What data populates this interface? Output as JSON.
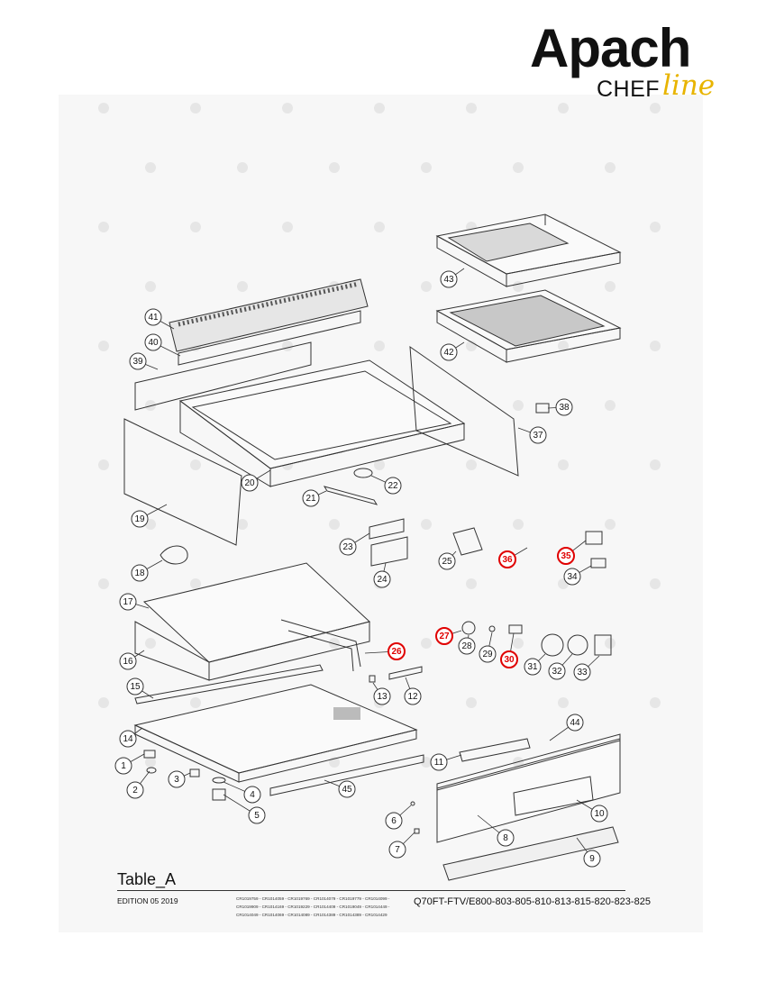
{
  "brand": {
    "name": "Apach",
    "sub": "CHEF",
    "script": "line"
  },
  "table_title": "Table_A",
  "edition": "EDITION 05 2019",
  "codes": "CR1019759 - CR1014059 - CR1019769 - CR1014079 - CR1019779 - CR1014099 - CR1019909 - CR1014169 - CR1019229 - CR1014409 - CR1019049 - CR1014449 - CR1014049 - CR1014069 - CR1014089 - CR1014389 - CR1014389 - CR1014429",
  "model": "Q70FT-FTV/E800-803-805-810-813-815-820-823-825",
  "colors": {
    "highlight": "#e00000",
    "line": "#333333",
    "brand_accent": "#e8b400"
  },
  "callouts": [
    {
      "n": "1"
    },
    {
      "n": "2"
    },
    {
      "n": "3"
    },
    {
      "n": "4"
    },
    {
      "n": "5"
    },
    {
      "n": "6"
    },
    {
      "n": "7"
    },
    {
      "n": "8"
    },
    {
      "n": "9"
    },
    {
      "n": "10"
    },
    {
      "n": "11"
    },
    {
      "n": "12"
    },
    {
      "n": "13"
    },
    {
      "n": "14"
    },
    {
      "n": "15"
    },
    {
      "n": "16"
    },
    {
      "n": "17"
    },
    {
      "n": "18"
    },
    {
      "n": "19"
    },
    {
      "n": "20"
    },
    {
      "n": "21"
    },
    {
      "n": "22"
    },
    {
      "n": "23"
    },
    {
      "n": "24"
    },
    {
      "n": "25"
    },
    {
      "n": "26",
      "highlight": true
    },
    {
      "n": "27",
      "highlight": true
    },
    {
      "n": "28"
    },
    {
      "n": "29"
    },
    {
      "n": "30",
      "highlight": true
    },
    {
      "n": "31"
    },
    {
      "n": "32"
    },
    {
      "n": "33"
    },
    {
      "n": "34"
    },
    {
      "n": "35",
      "highlight": true
    },
    {
      "n": "36",
      "highlight": true
    },
    {
      "n": "37"
    },
    {
      "n": "38"
    },
    {
      "n": "39"
    },
    {
      "n": "40"
    },
    {
      "n": "41"
    },
    {
      "n": "42"
    },
    {
      "n": "43"
    },
    {
      "n": "44"
    },
    {
      "n": "45"
    }
  ]
}
